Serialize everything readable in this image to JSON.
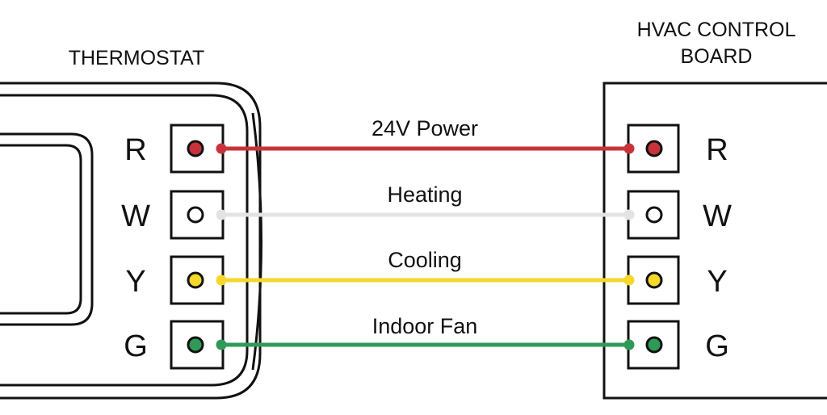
{
  "thermostat": {
    "title": "THERMOSTAT"
  },
  "control_board": {
    "title_line1": "HVAC CONTROL",
    "title_line2": "BOARD"
  },
  "wires": [
    {
      "terminal": "R",
      "label": "24V Power",
      "color": "#c8333b",
      "terminal_fill": "#c8333b"
    },
    {
      "terminal": "W",
      "label": "Heating",
      "color": "#e3e3e3",
      "terminal_fill": "#ffffff"
    },
    {
      "terminal": "Y",
      "label": "Cooling",
      "color": "#f6d82a",
      "terminal_fill": "#f6d82a"
    },
    {
      "terminal": "G",
      "label": "Indoor Fan",
      "color": "#2f9a57",
      "terminal_fill": "#2f9a57"
    }
  ],
  "colors": {
    "outline": "#111111",
    "background": "#ffffff"
  }
}
